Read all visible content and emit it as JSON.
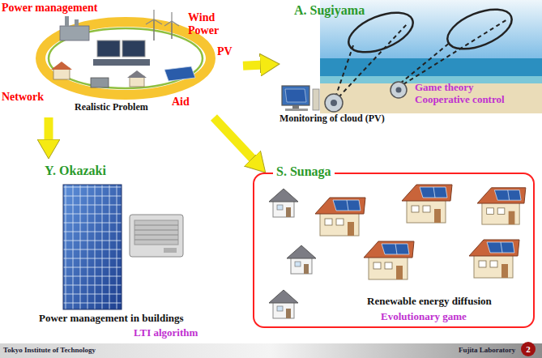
{
  "diagram": {
    "nodes": [
      {
        "text": [
          "Power management",
          "Wind Power",
          "PV",
          "Network",
          "Aid",
          "Realistic Problem"
        ]
      },
      {
        "text": [
          "A. Sugiyama",
          "Game theory Cooperative control",
          "Monitoring of cloud (PV)"
        ]
      },
      {
        "text": [
          "Y. Okazaki",
          "Power management in buildings",
          "LTI algorithm"
        ]
      },
      {
        "text": [
          "S. Sunaga",
          "Renewable energy diffusion",
          "Evolutionary game"
        ]
      }
    ],
    "edges": [
      {
        "from": 0,
        "to": 1,
        "arrow": "to"
      },
      {
        "from": 0,
        "to": 2,
        "arrow": "to"
      },
      {
        "from": 0,
        "to": 3,
        "arrow": "to"
      }
    ],
    "labels": [
      "Tokyo Institute of Technology",
      "Fujita Laboratory",
      "2"
    ]
  }
}
